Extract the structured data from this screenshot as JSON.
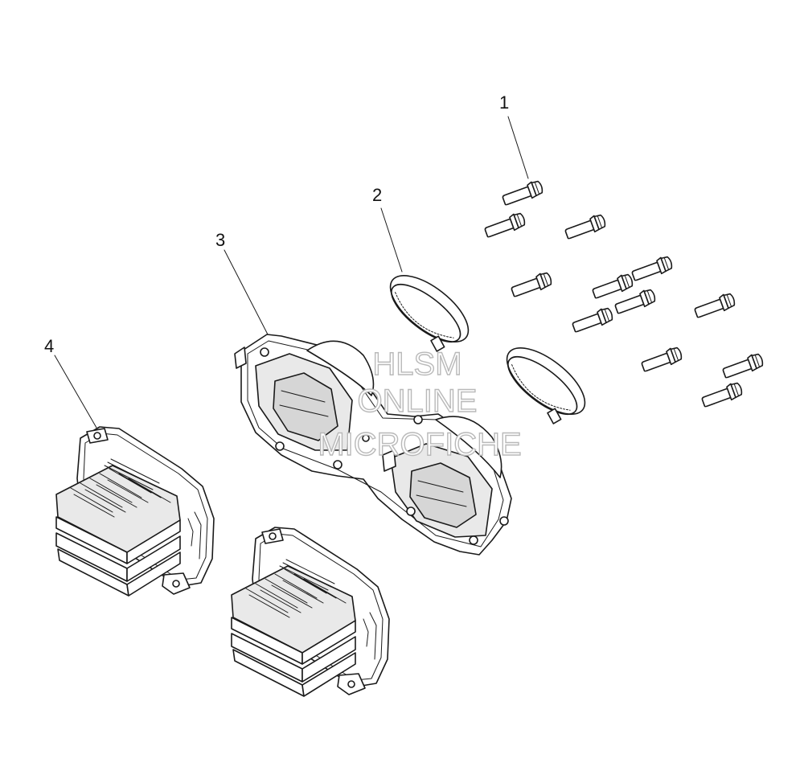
{
  "callouts": {
    "c1": "1",
    "c2": "2",
    "c3": "3",
    "c4": "4"
  },
  "watermark": {
    "line1": "HLSM",
    "line2": "ONLINE",
    "line3": "MICROFICHE",
    "color": "#b9b9b9"
  },
  "colors": {
    "line": "#1a1a1a",
    "background": "#ffffff"
  }
}
